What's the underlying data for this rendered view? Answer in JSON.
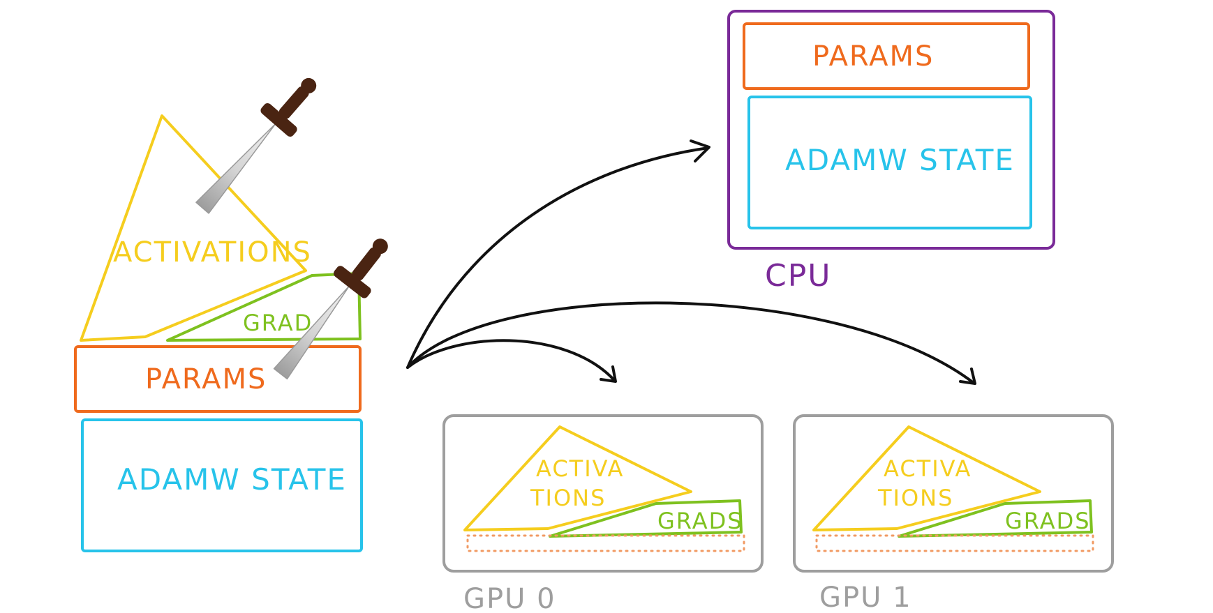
{
  "colors": {
    "activations": "#f5cd1e",
    "grads": "#7ec11f",
    "params": "#ef6a1d",
    "adamw_state": "#27c3ea",
    "cpu": "#7a2a98",
    "gpu": "#9e9e9e",
    "arrow": "#111111",
    "dagger_hilt": "#4a2412",
    "dagger_blade": "#cfcfcf"
  },
  "icons": {
    "upper_dagger": "dagger-icon",
    "lower_dagger": "dagger-icon"
  },
  "left_stack": {
    "activations_label": "ACTIVATIONS",
    "grads_label": "GRAD",
    "params_label": "PARAMS",
    "adamw_label": "ADAMW STATE"
  },
  "cpu": {
    "params_label": "PARAMS",
    "adamw_label": "ADAMW STATE",
    "device_label": "CPU"
  },
  "gpu0": {
    "activations_line1": "ACTIVA",
    "activations_line2": "TIONS",
    "grads_label": "GRADS",
    "device_label": "GPU 0"
  },
  "gpu1": {
    "activations_line1": "ACTIVA",
    "activations_line2": "TIONS",
    "grads_label": "GRADS",
    "device_label": "GPU 1"
  }
}
